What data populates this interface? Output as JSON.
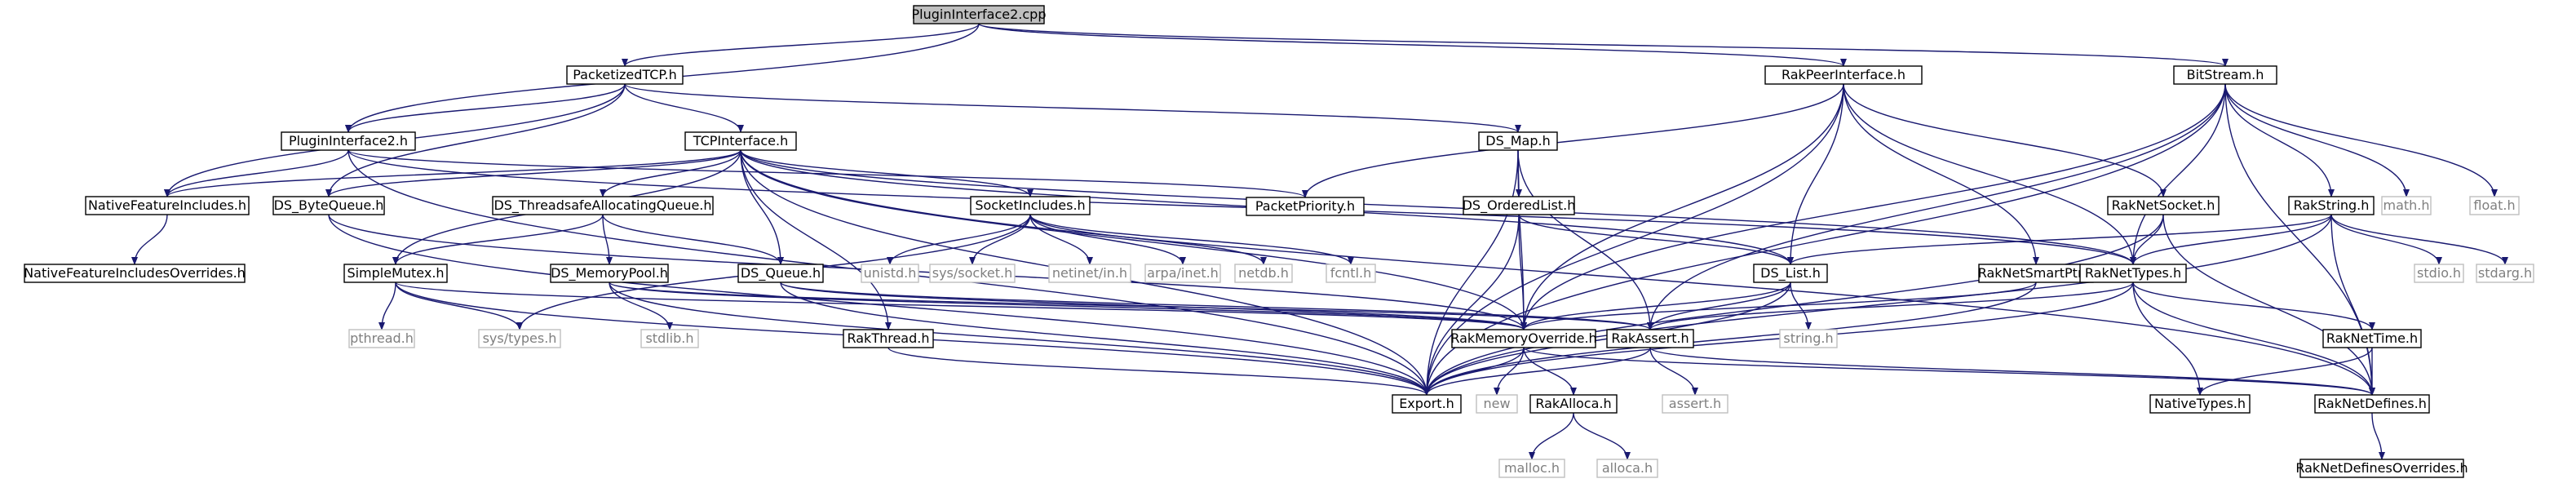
{
  "title": "PluginInterface2.cpp",
  "colors": {
    "edge": "#191970",
    "box_border": "#000000",
    "system_border": "#bfbfbf",
    "system_text": "#7f7f7f",
    "root_fill": "#bfbfbf",
    "text": "#000000"
  },
  "nodes": [
    {
      "id": "PluginInterface2.cpp",
      "label": "PluginInterface2.cpp",
      "kind": "root"
    },
    {
      "id": "PacketizedTCP.h",
      "label": "PacketizedTCP.h",
      "kind": "header"
    },
    {
      "id": "RakPeerInterface.h",
      "label": "RakPeerInterface.h",
      "kind": "header"
    },
    {
      "id": "BitStream.h",
      "label": "BitStream.h",
      "kind": "header"
    },
    {
      "id": "PluginInterface2.h",
      "label": "PluginInterface2.h",
      "kind": "header"
    },
    {
      "id": "TCPInterface.h",
      "label": "TCPInterface.h",
      "kind": "header"
    },
    {
      "id": "DS_Map.h",
      "label": "DS_Map.h",
      "kind": "header"
    },
    {
      "id": "NativeFeatureIncludes.h",
      "label": "NativeFeatureIncludes.h",
      "kind": "header"
    },
    {
      "id": "DS_ByteQueue.h",
      "label": "DS_ByteQueue.h",
      "kind": "header"
    },
    {
      "id": "DS_ThreadsafeAllocatingQueue.h",
      "label": "DS_ThreadsafeAllocatingQueue.h",
      "kind": "header"
    },
    {
      "id": "SocketIncludes.h",
      "label": "SocketIncludes.h",
      "kind": "header"
    },
    {
      "id": "PacketPriority.h",
      "label": "PacketPriority.h",
      "kind": "header"
    },
    {
      "id": "DS_OrderedList.h",
      "label": "DS_OrderedList.h",
      "kind": "header"
    },
    {
      "id": "RakNetSocket.h",
      "label": "RakNetSocket.h",
      "kind": "header"
    },
    {
      "id": "RakString.h",
      "label": "RakString.h",
      "kind": "header"
    },
    {
      "id": "math.h",
      "label": "math.h",
      "kind": "system"
    },
    {
      "id": "float.h",
      "label": "float.h",
      "kind": "system"
    },
    {
      "id": "NativeFeatureIncludesOverrides.h",
      "label": "NativeFeatureIncludesOverrides.h",
      "kind": "header"
    },
    {
      "id": "SimpleMutex.h",
      "label": "SimpleMutex.h",
      "kind": "header"
    },
    {
      "id": "DS_MemoryPool.h",
      "label": "DS_MemoryPool.h",
      "kind": "header"
    },
    {
      "id": "DS_Queue.h",
      "label": "DS_Queue.h",
      "kind": "header"
    },
    {
      "id": "unistd.h",
      "label": "unistd.h",
      "kind": "system"
    },
    {
      "id": "sys/socket.h",
      "label": "sys/socket.h",
      "kind": "system"
    },
    {
      "id": "netinet/in.h",
      "label": "netinet/in.h",
      "kind": "system"
    },
    {
      "id": "arpa/inet.h",
      "label": "arpa/inet.h",
      "kind": "system"
    },
    {
      "id": "netdb.h",
      "label": "netdb.h",
      "kind": "system"
    },
    {
      "id": "fcntl.h",
      "label": "fcntl.h",
      "kind": "system"
    },
    {
      "id": "DS_List.h",
      "label": "DS_List.h",
      "kind": "header"
    },
    {
      "id": "RakNetSmartPtr.h",
      "label": "RakNetSmartPtr.h",
      "kind": "header"
    },
    {
      "id": "RakNetTypes.h",
      "label": "RakNetTypes.h",
      "kind": "header"
    },
    {
      "id": "stdio.h",
      "label": "stdio.h",
      "kind": "system"
    },
    {
      "id": "stdarg.h",
      "label": "stdarg.h",
      "kind": "system"
    },
    {
      "id": "pthread.h",
      "label": "pthread.h",
      "kind": "system"
    },
    {
      "id": "sys/types.h",
      "label": "sys/types.h",
      "kind": "system"
    },
    {
      "id": "stdlib.h",
      "label": "stdlib.h",
      "kind": "system"
    },
    {
      "id": "RakThread.h",
      "label": "RakThread.h",
      "kind": "header"
    },
    {
      "id": "RakMemoryOverride.h",
      "label": "RakMemoryOverride.h",
      "kind": "header"
    },
    {
      "id": "RakAssert.h",
      "label": "RakAssert.h",
      "kind": "header"
    },
    {
      "id": "string.h",
      "label": "string.h",
      "kind": "system"
    },
    {
      "id": "RakNetTime.h",
      "label": "RakNetTime.h",
      "kind": "header"
    },
    {
      "id": "Export.h",
      "label": "Export.h",
      "kind": "header"
    },
    {
      "id": "new",
      "label": "new",
      "kind": "system"
    },
    {
      "id": "RakAlloca.h",
      "label": "RakAlloca.h",
      "kind": "header"
    },
    {
      "id": "assert.h",
      "label": "assert.h",
      "kind": "system"
    },
    {
      "id": "NativeTypes.h",
      "label": "NativeTypes.h",
      "kind": "header"
    },
    {
      "id": "RakNetDefines.h",
      "label": "RakNetDefines.h",
      "kind": "header"
    },
    {
      "id": "malloc.h",
      "label": "malloc.h",
      "kind": "system"
    },
    {
      "id": "alloca.h",
      "label": "alloca.h",
      "kind": "system"
    },
    {
      "id": "RakNetDefinesOverrides.h",
      "label": "RakNetDefinesOverrides.h",
      "kind": "header"
    }
  ],
  "edges": [
    [
      "PluginInterface2.cpp",
      "PluginInterface2.h"
    ],
    [
      "PluginInterface2.cpp",
      "PacketizedTCP.h"
    ],
    [
      "PluginInterface2.cpp",
      "RakPeerInterface.h"
    ],
    [
      "PluginInterface2.cpp",
      "BitStream.h"
    ],
    [
      "PacketizedTCP.h",
      "PluginInterface2.h"
    ],
    [
      "PacketizedTCP.h",
      "TCPInterface.h"
    ],
    [
      "PacketizedTCP.h",
      "DS_Map.h"
    ],
    [
      "PacketizedTCP.h",
      "NativeFeatureIncludes.h"
    ],
    [
      "PacketizedTCP.h",
      "DS_ByteQueue.h"
    ],
    [
      "PluginInterface2.h",
      "NativeFeatureIncludes.h"
    ],
    [
      "PluginInterface2.h",
      "PacketPriority.h"
    ],
    [
      "PluginInterface2.h",
      "Export.h"
    ],
    [
      "PluginInterface2.h",
      "RakNetTypes.h"
    ],
    [
      "TCPInterface.h",
      "NativeFeatureIncludes.h"
    ],
    [
      "TCPInterface.h",
      "DS_ByteQueue.h"
    ],
    [
      "TCPInterface.h",
      "DS_ThreadsafeAllocatingQueue.h"
    ],
    [
      "TCPInterface.h",
      "SocketIncludes.h"
    ],
    [
      "TCPInterface.h",
      "SimpleMutex.h"
    ],
    [
      "TCPInterface.h",
      "DS_Queue.h"
    ],
    [
      "TCPInterface.h",
      "RakThread.h"
    ],
    [
      "TCPInterface.h",
      "DS_List.h"
    ],
    [
      "TCPInterface.h",
      "RakNetTypes.h"
    ],
    [
      "TCPInterface.h",
      "Export.h"
    ],
    [
      "TCPInterface.h",
      "RakMemoryOverride.h"
    ],
    [
      "TCPInterface.h",
      "RakNetDefines.h"
    ],
    [
      "DS_Map.h",
      "DS_OrderedList.h"
    ],
    [
      "DS_Map.h",
      "Export.h"
    ],
    [
      "DS_Map.h",
      "RakMemoryOverride.h"
    ],
    [
      "DS_Map.h",
      "RakAssert.h"
    ],
    [
      "NativeFeatureIncludes.h",
      "NativeFeatureIncludesOverrides.h"
    ],
    [
      "DS_ByteQueue.h",
      "Export.h"
    ],
    [
      "DS_ByteQueue.h",
      "RakMemoryOverride.h"
    ],
    [
      "DS_ThreadsafeAllocatingQueue.h",
      "SimpleMutex.h"
    ],
    [
      "DS_ThreadsafeAllocatingQueue.h",
      "DS_MemoryPool.h"
    ],
    [
      "DS_ThreadsafeAllocatingQueue.h",
      "DS_Queue.h"
    ],
    [
      "SocketIncludes.h",
      "unistd.h"
    ],
    [
      "SocketIncludes.h",
      "sys/socket.h"
    ],
    [
      "SocketIncludes.h",
      "netinet/in.h"
    ],
    [
      "SocketIncludes.h",
      "arpa/inet.h"
    ],
    [
      "SocketIncludes.h",
      "netdb.h"
    ],
    [
      "SocketIncludes.h",
      "fcntl.h"
    ],
    [
      "SocketIncludes.h",
      "sys/types.h"
    ],
    [
      "RakPeerInterface.h",
      "PacketPriority.h"
    ],
    [
      "RakPeerInterface.h",
      "RakNetTypes.h"
    ],
    [
      "RakPeerInterface.h",
      "RakMemoryOverride.h"
    ],
    [
      "RakPeerInterface.h",
      "Export.h"
    ],
    [
      "RakPeerInterface.h",
      "DS_List.h"
    ],
    [
      "RakPeerInterface.h",
      "RakNetSmartPtr.h"
    ],
    [
      "RakPeerInterface.h",
      "RakNetSocket.h"
    ],
    [
      "BitStream.h",
      "RakMemoryOverride.h"
    ],
    [
      "BitStream.h",
      "RakNetDefines.h"
    ],
    [
      "BitStream.h",
      "Export.h"
    ],
    [
      "BitStream.h",
      "RakNetTypes.h"
    ],
    [
      "BitStream.h",
      "RakString.h"
    ],
    [
      "BitStream.h",
      "RakAssert.h"
    ],
    [
      "BitStream.h",
      "math.h"
    ],
    [
      "BitStream.h",
      "float.h"
    ],
    [
      "DS_OrderedList.h",
      "DS_List.h"
    ],
    [
      "DS_OrderedList.h",
      "RakMemoryOverride.h"
    ],
    [
      "DS_OrderedList.h",
      "Export.h"
    ],
    [
      "RakNetSocket.h",
      "RakNetTypes.h"
    ],
    [
      "RakNetSocket.h",
      "RakNetDefines.h"
    ],
    [
      "RakNetSocket.h",
      "Export.h"
    ],
    [
      "RakString.h",
      "Export.h"
    ],
    [
      "RakString.h",
      "DS_List.h"
    ],
    [
      "RakString.h",
      "RakNetTypes.h"
    ],
    [
      "RakString.h",
      "stdio.h"
    ],
    [
      "RakString.h",
      "stdarg.h"
    ],
    [
      "RakString.h",
      "RakNetDefines.h"
    ],
    [
      "SimpleMutex.h",
      "RakMemoryOverride.h"
    ],
    [
      "SimpleMutex.h",
      "pthread.h"
    ],
    [
      "SimpleMutex.h",
      "sys/types.h"
    ],
    [
      "SimpleMutex.h",
      "Export.h"
    ],
    [
      "DS_MemoryPool.h",
      "RakAssert.h"
    ],
    [
      "DS_MemoryPool.h",
      "stdlib.h"
    ],
    [
      "DS_MemoryPool.h",
      "RakMemoryOverride.h"
    ],
    [
      "DS_MemoryPool.h",
      "Export.h"
    ],
    [
      "DS_Queue.h",
      "RakAssert.h"
    ],
    [
      "DS_Queue.h",
      "Export.h"
    ],
    [
      "DS_Queue.h",
      "RakMemoryOverride.h"
    ],
    [
      "DS_List.h",
      "RakAssert.h"
    ],
    [
      "DS_List.h",
      "string.h"
    ],
    [
      "DS_List.h",
      "Export.h"
    ],
    [
      "DS_List.h",
      "RakMemoryOverride.h"
    ],
    [
      "RakNetSmartPtr.h",
      "RakMemoryOverride.h"
    ],
    [
      "RakNetSmartPtr.h",
      "Export.h"
    ],
    [
      "RakNetTypes.h",
      "RakNetDefines.h"
    ],
    [
      "RakNetTypes.h",
      "NativeTypes.h"
    ],
    [
      "RakNetTypes.h",
      "RakNetTime.h"
    ],
    [
      "RakNetTypes.h",
      "Export.h"
    ],
    [
      "RakNetTypes.h",
      "RakAssert.h"
    ],
    [
      "RakThread.h",
      "Export.h"
    ],
    [
      "RakMemoryOverride.h",
      "Export.h"
    ],
    [
      "RakMemoryOverride.h",
      "new"
    ],
    [
      "RakMemoryOverride.h",
      "RakAlloca.h"
    ],
    [
      "RakMemoryOverride.h",
      "RakNetDefines.h"
    ],
    [
      "RakAssert.h",
      "Export.h"
    ],
    [
      "RakAssert.h",
      "RakNetDefines.h"
    ],
    [
      "RakAssert.h",
      "assert.h"
    ],
    [
      "RakNetTime.h",
      "NativeTypes.h"
    ],
    [
      "RakNetTime.h",
      "RakNetDefines.h"
    ],
    [
      "RakAlloca.h",
      "malloc.h"
    ],
    [
      "RakAlloca.h",
      "alloca.h"
    ],
    [
      "RakNetDefines.h",
      "RakNetDefinesOverrides.h"
    ]
  ]
}
